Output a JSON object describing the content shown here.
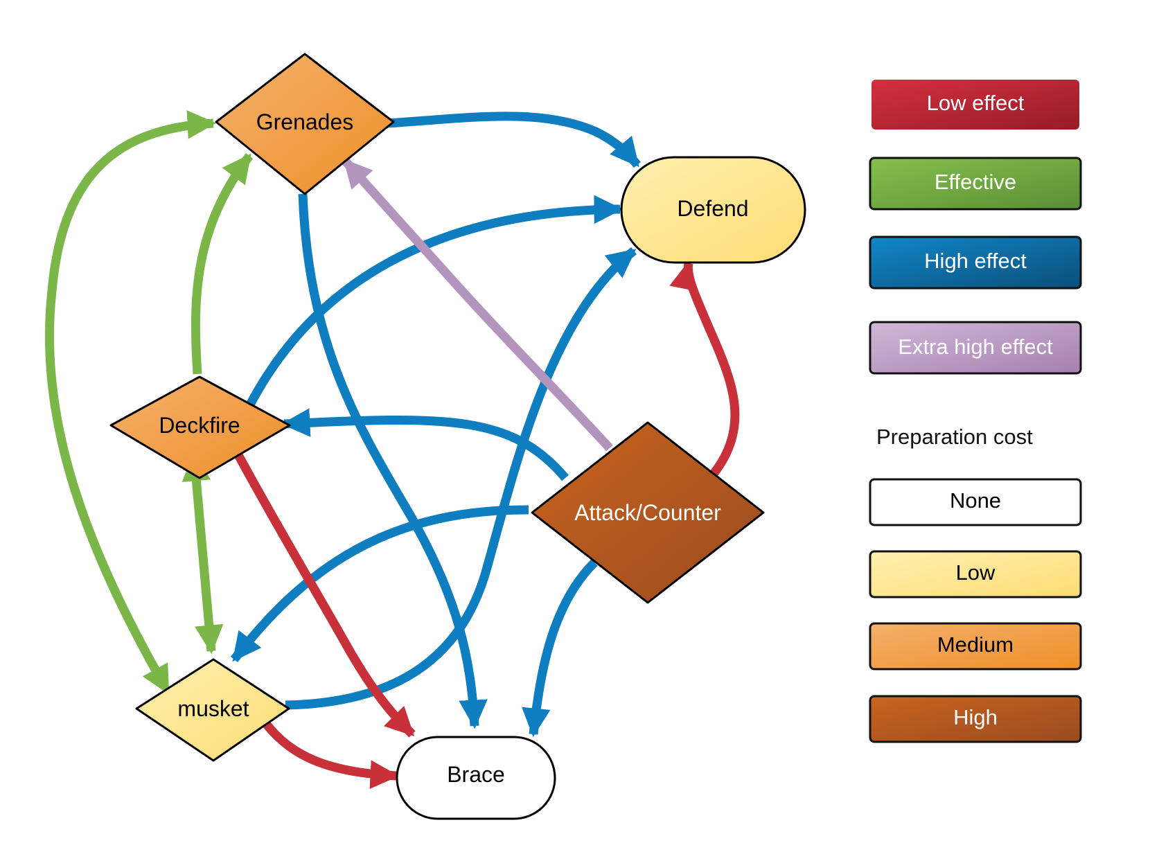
{
  "nodes": {
    "grenades": "Grenades",
    "defend": "Defend",
    "deckfire": "Deckfire",
    "attack": "Attack/Counter",
    "musket": "musket",
    "brace": "Brace"
  },
  "legend": {
    "effects": [
      {
        "label": "Low effect"
      },
      {
        "label": "Effective"
      },
      {
        "label": "High effect"
      },
      {
        "label": "Extra high effect"
      }
    ],
    "cost_heading": "Preparation cost",
    "costs": [
      {
        "label": "None"
      },
      {
        "label": "Low"
      },
      {
        "label": "Medium"
      },
      {
        "label": "High"
      }
    ]
  },
  "colors": {
    "low_effect": "#c8303a",
    "effective": "#7ab648",
    "high_effect": "#0f7ec0",
    "extra_high_effect": "#b394bd",
    "cost_none": "#ffffff",
    "cost_low": "#fde38a",
    "cost_medium": "#f09a3a",
    "cost_high": "#b85a22"
  }
}
